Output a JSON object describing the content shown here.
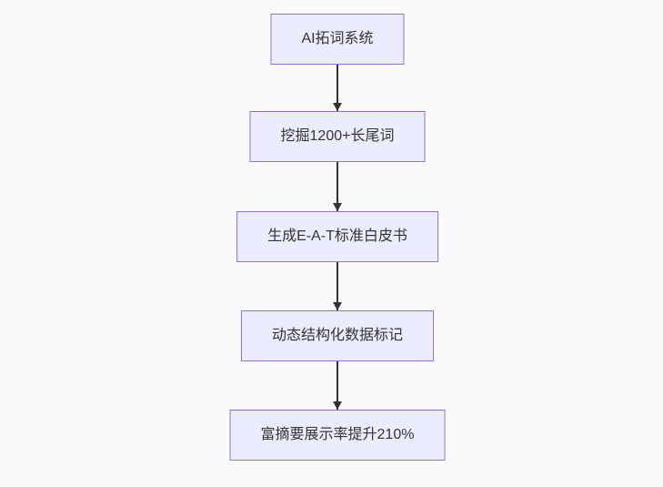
{
  "diagram": {
    "type": "flowchart",
    "direction": "top-down",
    "nodes": [
      {
        "id": "n1",
        "label": "AI拓词系统"
      },
      {
        "id": "n2",
        "label": "挖掘1200+长尾词"
      },
      {
        "id": "n3",
        "label": "生成E-A-T标准白皮书"
      },
      {
        "id": "n4",
        "label": "动态结构化数据标记"
      },
      {
        "id": "n5",
        "label": "富摘要展示率提升210%"
      }
    ],
    "edges": [
      {
        "from": "n1",
        "to": "n2"
      },
      {
        "from": "n2",
        "to": "n3"
      },
      {
        "from": "n3",
        "to": "n4"
      },
      {
        "from": "n4",
        "to": "n5"
      }
    ],
    "colors": {
      "background": "#fafafa",
      "node_fill": "#ececff",
      "node_border": "#9370db",
      "node_text": "#333333",
      "arrow": "#333333"
    }
  }
}
